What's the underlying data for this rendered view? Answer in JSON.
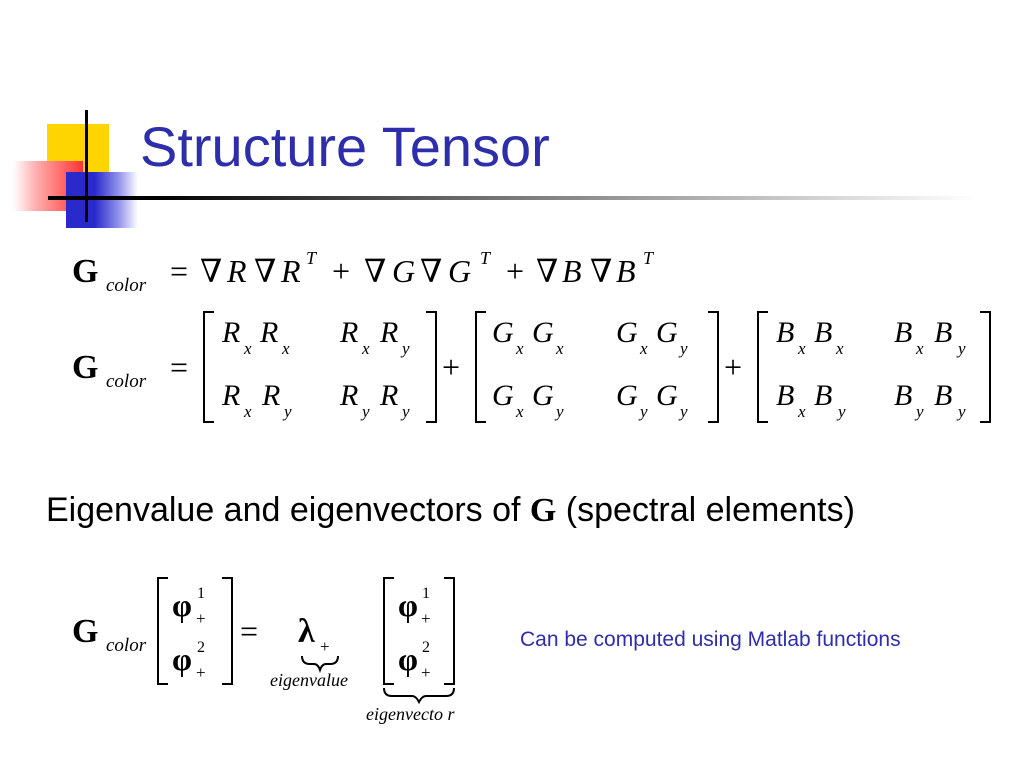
{
  "slide": {
    "title": "Structure Tensor",
    "title_color": "#2e2eaa",
    "subtitle_pre": "Eigenvalue and eigenvectors of ",
    "subtitle_bold": "G",
    "subtitle_post": " (spectral elements)",
    "note": "Can be computed using Matlab functions",
    "note_color": "#2e2eaa"
  },
  "equations": {
    "g_symbol": "G",
    "g_subscript": "color",
    "equals": "=",
    "plus": "+",
    "nabla": "∇",
    "transpose": "T",
    "channels": [
      "R",
      "G",
      "B"
    ],
    "axes": [
      "x",
      "y"
    ],
    "lambda": "λ",
    "phi": "φ",
    "phi_superscripts": [
      "1",
      "2"
    ],
    "eigen_sign": "+",
    "label_eigenvalue": "eigenvalue",
    "label_eigenvector": "eigenvecto r"
  }
}
